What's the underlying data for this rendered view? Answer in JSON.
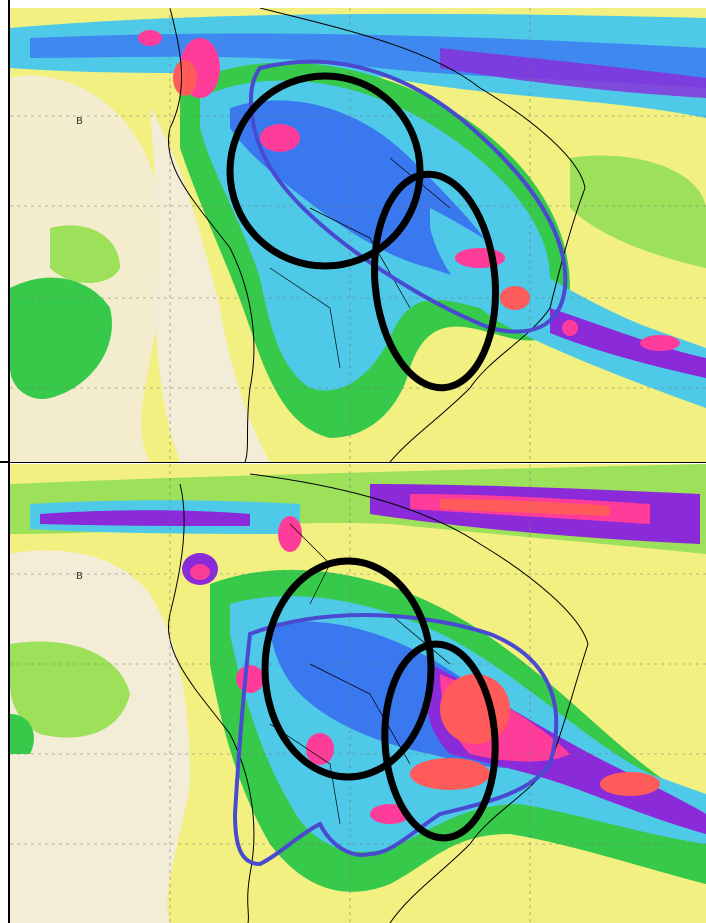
{
  "figure": {
    "panels": [
      {
        "id": "top",
        "label": "B",
        "colors": {
          "background": "#f3ecd6",
          "low": "#f2f080",
          "low_mid": "#9de05a",
          "mid": "#36c94a",
          "high_mid": "#4fc9e8",
          "high": "#3a78f0",
          "very_high": "#8b2ad8",
          "extreme": "#ff3c9a",
          "peak": "#ff5b5b",
          "coast": "#000000",
          "region_outline": "#4a4ad0",
          "ellipse": "#000000"
        }
      },
      {
        "id": "bottom",
        "label": "B",
        "colors": {
          "background": "#f3ecd6",
          "low": "#f2f080",
          "low_mid": "#9de05a",
          "mid": "#36c94a",
          "high_mid": "#4fc9e8",
          "high": "#3a78f0",
          "very_high": "#8b2ad8",
          "extreme": "#ff3c9a",
          "peak": "#ff5b5b",
          "coast": "#000000",
          "region_outline": "#4a4ad0",
          "ellipse": "#000000"
        }
      }
    ]
  }
}
